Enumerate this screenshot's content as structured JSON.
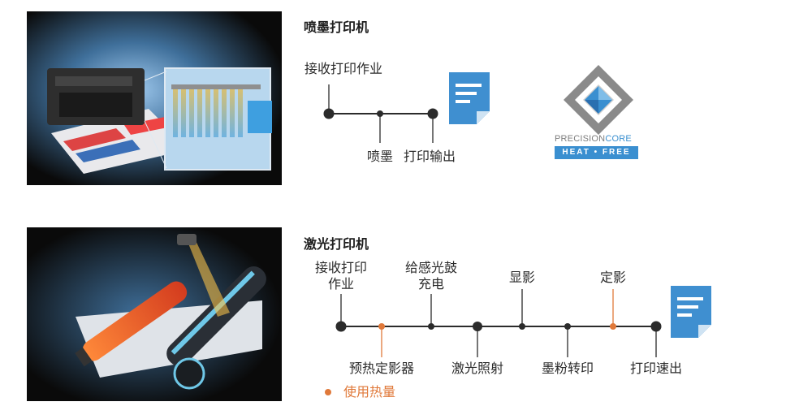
{
  "colors": {
    "line": "#2b2b2b",
    "heat": "#e0793a",
    "doc_blue": "#3f8fd0",
    "logo_blue": "#3a8fd0",
    "logo_gray": "#7d7d7d"
  },
  "inkjet": {
    "title": "喷墨打印机",
    "labels": {
      "receive": "接收打印作业",
      "spray": "喷墨",
      "output": "打印输出"
    },
    "document_icon": "document-icon",
    "logo": {
      "icon": "precisioncore-diamond-icon",
      "word_a": "PRECISION",
      "word_b": "CORE",
      "bar": "HEAT • FREE"
    }
  },
  "laser": {
    "title": "激光打印机",
    "labels": {
      "receive": "接收打印\n作业",
      "charge": "给感光鼓\n充电",
      "develop": "显影",
      "fuse": "定影",
      "preheat": "预热定影器",
      "laser": "激光照射",
      "transfer": "墨粉转印",
      "output": "打印速出"
    },
    "document_icon": "document-icon"
  },
  "legend": {
    "heat_label": "使用热量"
  }
}
